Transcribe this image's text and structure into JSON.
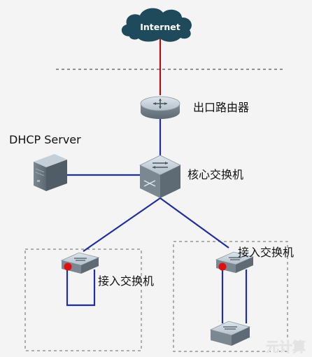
{
  "cloud": {
    "label": "Internet"
  },
  "egress_router": {
    "label": "出口路由器"
  },
  "dhcp_server": {
    "label": "DHCP Server"
  },
  "core_switch": {
    "label": "核心交换机"
  },
  "access_left": {
    "label": "接入交换机"
  },
  "access_right": {
    "label": "接入交换机"
  },
  "watermark": {
    "text": "元计算"
  },
  "colors": {
    "uplink": "#a31515",
    "link": "#1f2f9e",
    "port": "#e01010",
    "device_dark": "#6f7d87",
    "device_light": "#c9d3dc",
    "cloud": "#1e4a5c",
    "dashed": "#555555"
  }
}
